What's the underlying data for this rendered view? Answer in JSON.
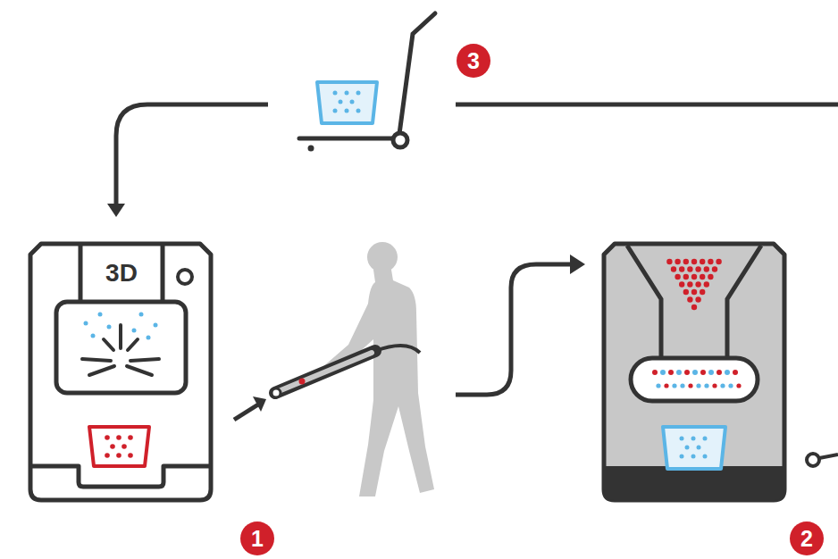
{
  "diagram": {
    "nodes": [
      {
        "text": [
          "3D"
        ]
      }
    ],
    "labels": [
      "3",
      "1",
      "2"
    ]
  }
}
